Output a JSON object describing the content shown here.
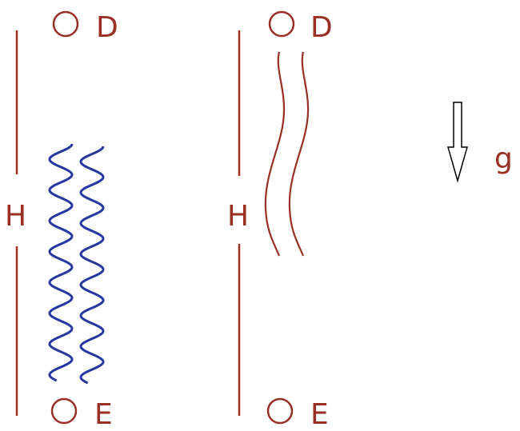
{
  "colors": {
    "red": "#9a2f24",
    "blue": "#2438a0",
    "arrow": "#000000"
  },
  "left_panel": {
    "top_label": "D",
    "bottom_label": "E",
    "height_label": "H"
  },
  "right_panel": {
    "top_label": "D",
    "bottom_label": "E",
    "height_label": "H"
  },
  "gravity_label": "g"
}
